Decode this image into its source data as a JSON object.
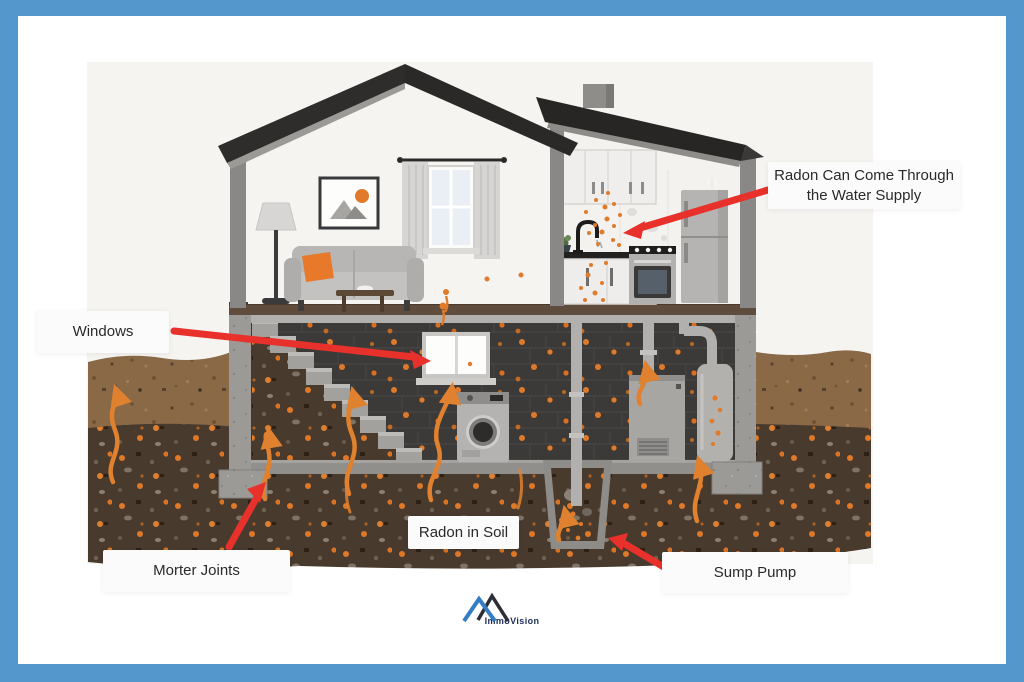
{
  "page": {
    "border_color": "#5497cd",
    "background": "#ffffff"
  },
  "labels": {
    "water_supply": "Radon Can Come Through the Water Supply",
    "windows": "Windows",
    "morter_joints": "Morter Joints",
    "radon_in_soil": "Radon in Soil",
    "sump_pump": "Sump Pump"
  },
  "footer": {
    "brand": "ImmoVision"
  },
  "palette": {
    "radon_orange": "#e07b2b",
    "arrow_red": "#e8312b",
    "roof_charcoal": "#2e2d2c",
    "basement_wall": "#3c3a38",
    "topsoil_brown": "#8a6947",
    "subsoil_brown": "#493a2e",
    "concrete_gray": "#9c9a97",
    "logo_blue": "#337dc4",
    "logo_dark": "#2d2d35",
    "logo_text": "#20305a"
  }
}
